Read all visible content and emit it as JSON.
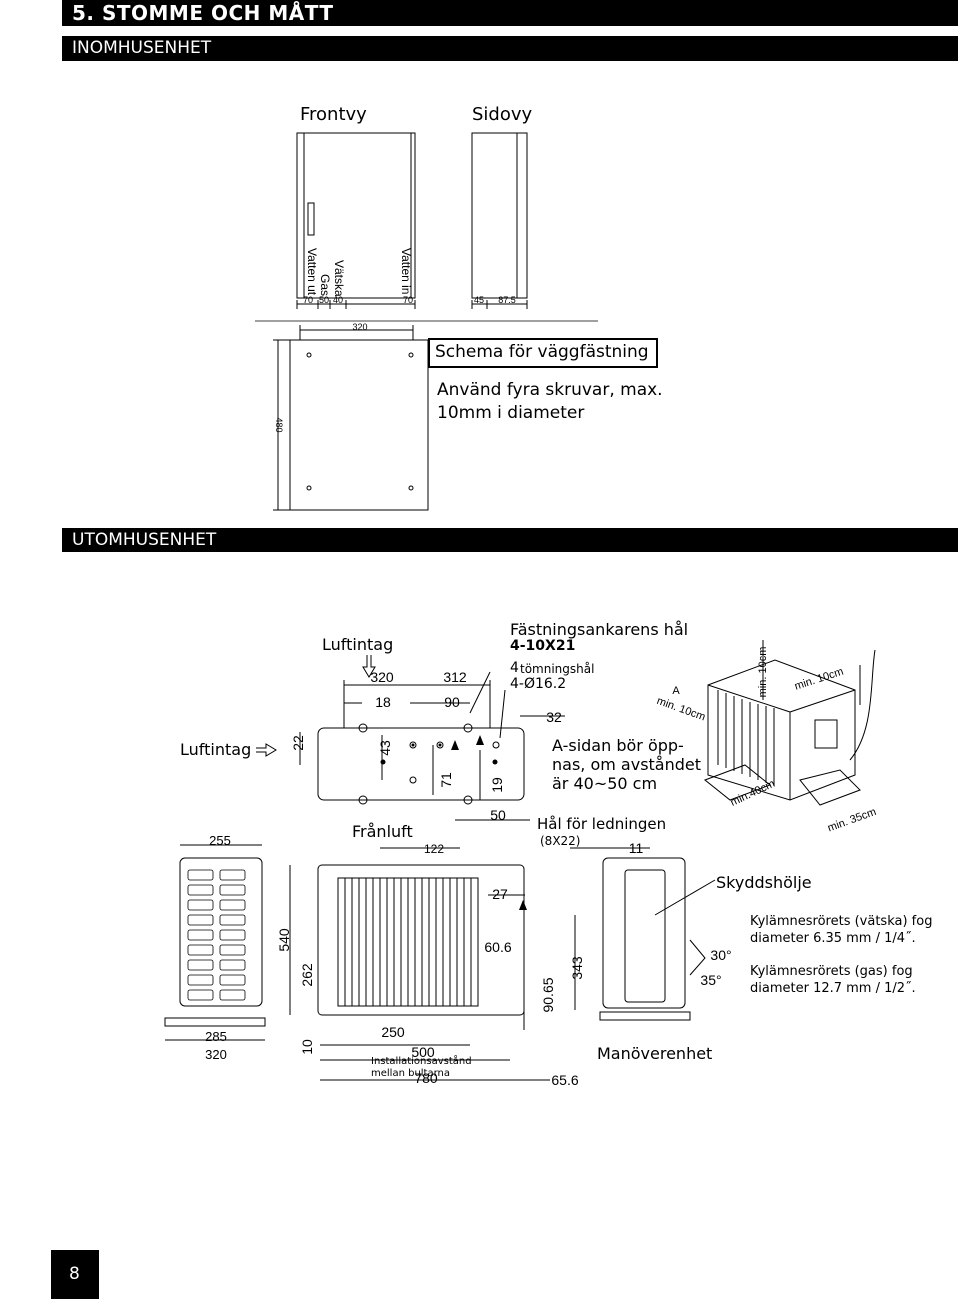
{
  "header": {
    "section_title": "5. STOMME OCH MÅTT",
    "indoor_heading": "INOMHUSENHET",
    "outdoor_heading": "UTOMHUSENHET"
  },
  "indoor": {
    "front_view_label": "Frontvy",
    "side_view_label": "Sidovy",
    "port_labels": [
      "Vatten ut",
      "Gas",
      "Vätska",
      "Vatten in"
    ],
    "front_dims": [
      "70",
      "50",
      "40",
      "70"
    ],
    "side_dims": [
      "45",
      "87.5"
    ],
    "mount_width": "320",
    "mount_height": "480",
    "mount_title": "Schema för väggfästning",
    "mount_note_1": "Använd fyra skruvar, max.",
    "mount_note_2": "10mm i diameter"
  },
  "outdoor": {
    "air_intake_top": "Luftintag",
    "air_intake_left": "Luftintag",
    "anchor_title": "Fästningsankarens hål",
    "anchor_spec": "4-10X21",
    "drain_count": "4",
    "drain_label": "tömningshål",
    "drain_spec": "4-Ø16.2",
    "air_outlet": "Frånluft",
    "a_side_1": "A-sidan bör öpp-",
    "a_side_2": "nas, om avståndet",
    "a_side_3": "är 40~50 cm",
    "pipe_hole": "Hål för ledningen",
    "pipe_hole_spec": "(8X22)",
    "cover_label": "Skyddshölje",
    "liquid_pipe_1": "Kylämnesrörets (vätska) fog",
    "liquid_pipe_2": "diameter 6.35 mm / 1/4˝.",
    "gas_pipe_1": "Kylämnesrörets (gas) fog",
    "gas_pipe_2": "diameter 12.7 mm / 1/2˝.",
    "install_dist_1": "Installationsavstånd",
    "install_dist_2": "mellan bultarna",
    "service_unit": "Manöverenhet",
    "dims": {
      "d320_top": "320",
      "d312": "312",
      "d18": "18",
      "d90": "90",
      "d32": "32",
      "d22": "22",
      "d43": "43",
      "d71": "71",
      "d19": "19",
      "d50": "50",
      "d122": "122",
      "d11": "11",
      "d255": "255",
      "d27": "27",
      "d540": "540",
      "d262": "262",
      "d60_6": "60.6",
      "d90_65": "90.65",
      "d343": "343",
      "d30": "30°",
      "d35": "35°",
      "d285": "285",
      "d320_bottom": "320",
      "d10": "10",
      "d250": "250",
      "d500": "500",
      "d780": "780",
      "d65_6": "65.6"
    },
    "clearances": {
      "a_marker": "A",
      "min10_left": "min. 10cm",
      "min10_top": "min. 10cm",
      "min10_right": "min. 10cm",
      "min40": "min.40cm",
      "min35": "min. 35cm"
    }
  },
  "footer": {
    "page_number": "8"
  }
}
